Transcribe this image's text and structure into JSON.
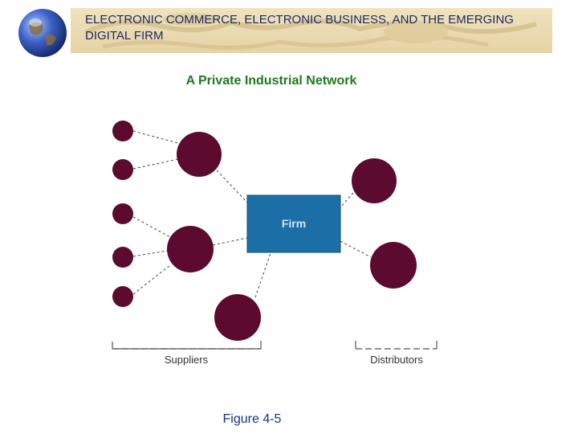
{
  "header": {
    "title": "ELECTRONIC COMMERCE, ELECTRONIC BUSINESS, AND THE EMERGING DIGITAL FIRM"
  },
  "slide": {
    "title": "A Private Industrial Network",
    "figure_label": "Figure 4-5"
  },
  "diagram": {
    "hub_label": "Firm",
    "group_labels": {
      "suppliers": "Suppliers",
      "distributors": "Distributors"
    },
    "colors": {
      "node": "#5c0a2e",
      "hub": "#1c6fa6",
      "connector": "#444444",
      "bracket": "#555555"
    }
  }
}
